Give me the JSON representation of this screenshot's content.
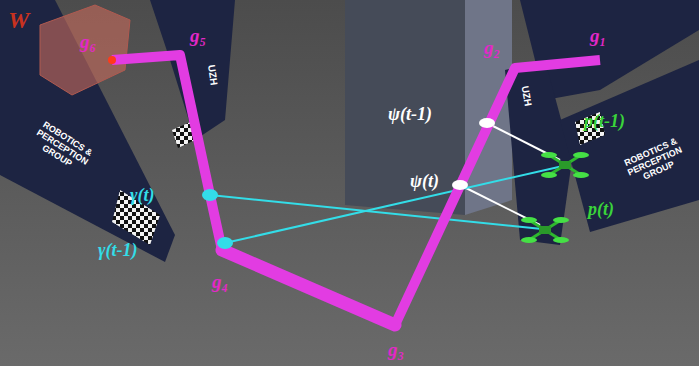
{
  "diagram": {
    "labels": [
      "W",
      "g₆",
      "g₅",
      "g₂",
      "g₁",
      "ψ(t-1)",
      "ψ(t)",
      "p(t-1)",
      "p(t)",
      "γ(t)",
      "γ(t-1)",
      "g₄",
      "g₃",
      "UZH",
      "UZH",
      "ROBOTICS & PERCEPTION GROUP",
      "ROBOTICS & PERCEPTION GROUP"
    ]
  }
}
